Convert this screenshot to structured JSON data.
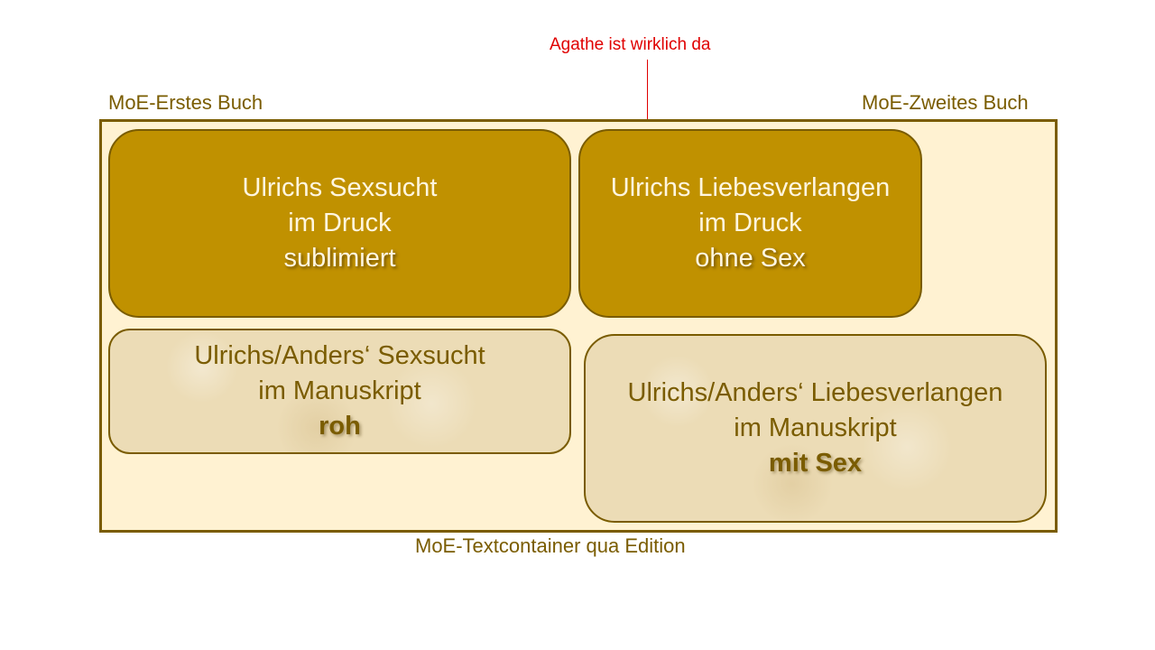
{
  "labels": {
    "first_book": "MoE-Erstes Buch",
    "second_book": "MoE-Zweites Buch",
    "container": "MoE-Textcontainer qua Edition",
    "annotation": "Agathe ist wirklich da"
  },
  "boxes": {
    "first_print": [
      "Ulrichs Sexsucht",
      "im Druck",
      "sublimiert"
    ],
    "second_print": [
      "Ulrichs Liebesverlangen",
      "im Druck",
      "ohne Sex"
    ],
    "first_manuscript": [
      "Ulrichs/Anders‘ Sexsucht",
      "im Manuskript",
      "roh"
    ],
    "second_manuscript": [
      "Ulrichs/Anders‘ Liebesverlangen",
      "im Manuskript",
      "mit Sex"
    ]
  },
  "colors": {
    "brown": "#7a5c00",
    "gold": "#c09100",
    "container_bg": "#fff2d2",
    "annotation": "#e00000"
  }
}
